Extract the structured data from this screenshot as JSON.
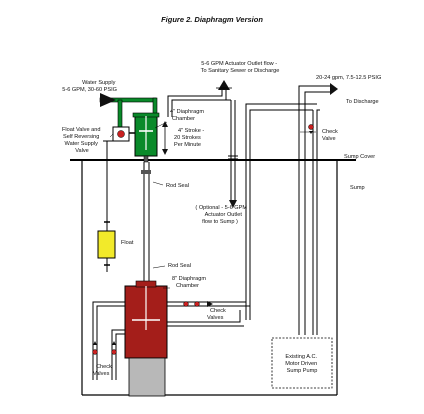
{
  "title": "Figure 2. Diaphragm Version",
  "labels": {
    "water_supply": [
      "Water Supply",
      "5-6 GPM, 30-60 PSIG"
    ],
    "actuator_outlet": [
      "5-6 GPM Actuator Outlet flow -",
      "To Sanitary Sewer or Discharge"
    ],
    "discharge_spec": "20-24 gpm, 7.5-12.5 PSIG",
    "to_discharge": "To Discharge",
    "check_valve_right": [
      "Check",
      "Valve"
    ],
    "diaphragm_4in": [
      "4\" Diaphragm",
      "Chamber"
    ],
    "float_valve": [
      "Float Valve and",
      "Self Reversing",
      "Water Supply",
      "Valve"
    ],
    "stroke": [
      "4\" Stroke -",
      "20 Strokes",
      "Per Minute"
    ],
    "sump_cover": "Sump Cover",
    "sump": "Sump",
    "rod_seal_upper": "Rod Seal",
    "optional_outlet": [
      "( Optional - 5-6 GPM",
      "Actuator Outlet",
      "flow to Sump )"
    ],
    "float": "Float",
    "rod_seal_lower": "Rod Seal",
    "diaphragm_8in": [
      "8\" Diaphragm",
      "Chamber"
    ],
    "check_valves_mid": [
      "Check",
      "Valves"
    ],
    "check_valves_low": [
      "Check",
      "Valves"
    ],
    "existing_pump": [
      "Existing A.C.",
      "Motor Driven",
      "Sump Pump"
    ]
  },
  "colors": {
    "green_chamber": "#0a8a2a",
    "red_chamber": "#a41e1a",
    "float_yellow": "#f2ea2a",
    "valve_red": "#c82020",
    "pedestal_gray": "#b8b8b8"
  }
}
